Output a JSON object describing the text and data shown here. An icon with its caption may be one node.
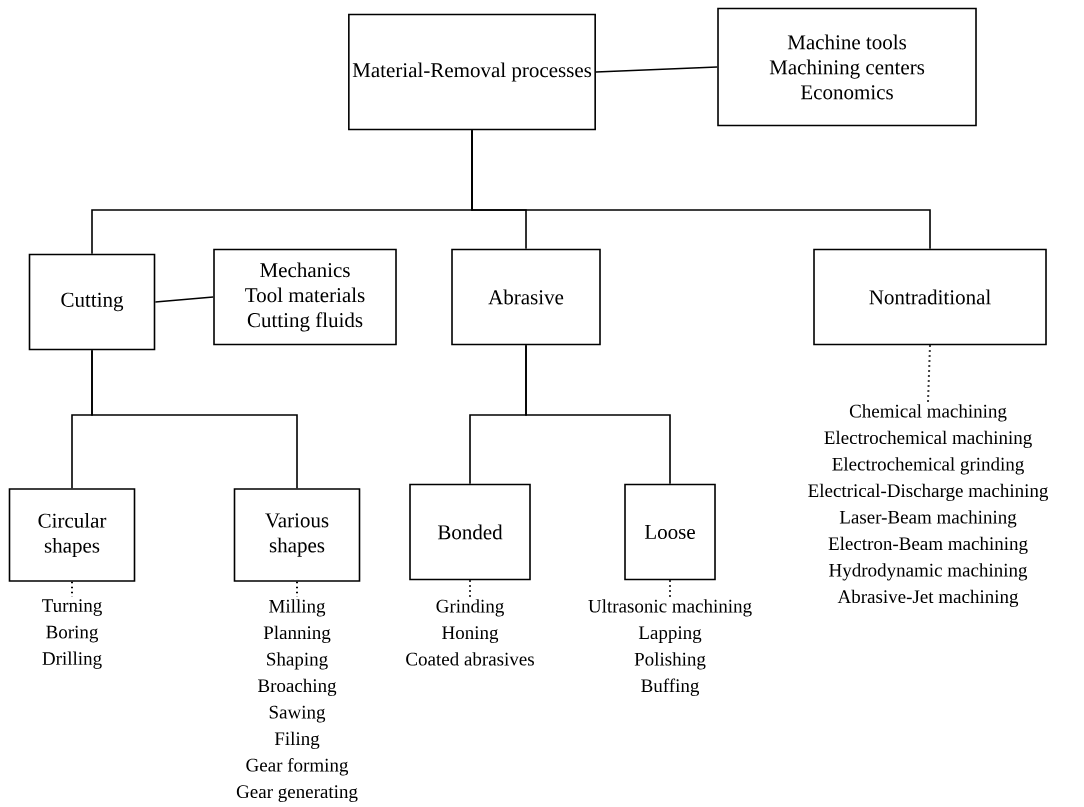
{
  "diagram": {
    "nodes": [
      {
        "text": [
          "Material-Removal processes"
        ]
      },
      {
        "text": [
          "Machine tools",
          "Machining centers",
          "Economics"
        ]
      },
      {
        "text": [
          "Cutting"
        ]
      },
      {
        "text": [
          "Mechanics",
          "Tool materials",
          "Cutting fluids"
        ]
      },
      {
        "text": [
          "Abrasive"
        ]
      },
      {
        "text": [
          "Nontraditional"
        ]
      },
      {
        "text": [
          "Circular shapes"
        ]
      },
      {
        "text": [
          "Various shapes"
        ]
      },
      {
        "text": [
          "Bonded"
        ]
      },
      {
        "text": [
          "Loose"
        ]
      },
      {
        "text": [
          "Turning",
          "Boring",
          "Drilling"
        ]
      },
      {
        "text": [
          "Milling",
          "Planning",
          "Shaping",
          "Broaching",
          "Sawing",
          "Filing",
          "Gear forming",
          "Gear generating"
        ]
      },
      {
        "text": [
          "Grinding",
          "Honing",
          "Coated abrasives"
        ]
      },
      {
        "text": [
          "Ultrasonic machining",
          "Lapping",
          "Polishing",
          "Buffing"
        ]
      },
      {
        "text": [
          "Chemical machining",
          "Electrochemical machining",
          "Electrochemical grinding",
          "Electrical-Discharge machining",
          "Laser-Beam machining",
          "Electron-Beam machining",
          "Hydrodynamic machining",
          "Abrasive-Jet machining"
        ]
      }
    ],
    "edges": [
      {
        "from": 0,
        "to": 1,
        "arrow": "none"
      },
      {
        "from": 0,
        "to": 2,
        "arrow": "none"
      },
      {
        "from": 0,
        "to": 4,
        "arrow": "none"
      },
      {
        "from": 0,
        "to": 5,
        "arrow": "none"
      },
      {
        "from": 2,
        "to": 3,
        "arrow": "none"
      },
      {
        "from": 2,
        "to": 6,
        "arrow": "none"
      },
      {
        "from": 2,
        "to": 7,
        "arrow": "none"
      },
      {
        "from": 4,
        "to": 8,
        "arrow": "none"
      },
      {
        "from": 4,
        "to": 9,
        "arrow": "none"
      },
      {
        "from": 6,
        "to": 10,
        "arrow": "none",
        "style": "dashed"
      },
      {
        "from": 7,
        "to": 11,
        "arrow": "none",
        "style": "dashed"
      },
      {
        "from": 8,
        "to": 12,
        "arrow": "none",
        "style": "dashed"
      },
      {
        "from": 9,
        "to": 13,
        "arrow": "none",
        "style": "dashed"
      },
      {
        "from": 5,
        "to": 14,
        "arrow": "none",
        "style": "dashed"
      }
    ]
  }
}
